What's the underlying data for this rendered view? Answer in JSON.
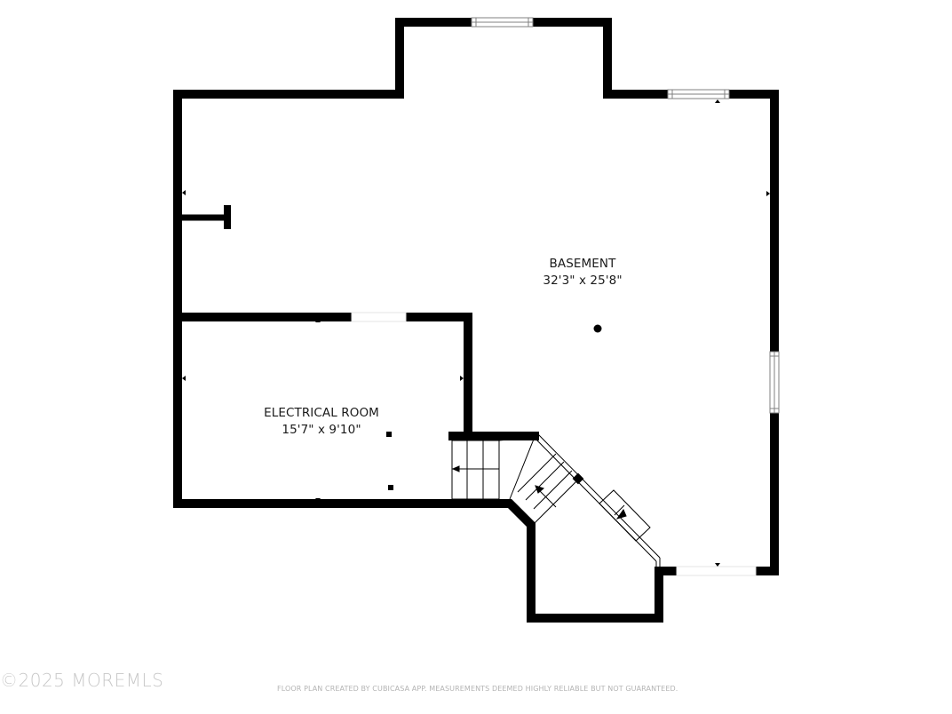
{
  "plan": {
    "type": "floor-plan",
    "level": "basement",
    "rooms": [
      {
        "name": "BASEMENT",
        "dimensions": "32'3\" x 25'8\""
      },
      {
        "name": "ELECTRICAL ROOM",
        "dimensions": "15'7\" x 9'10\""
      }
    ],
    "colors": {
      "wall": "#000000",
      "background": "#ffffff",
      "window_frame": "#808080"
    }
  },
  "watermark": "©2025 MOREMLS",
  "footer": "FLOOR PLAN CREATED BY CUBICASA APP. MEASUREMENTS DEEMED HIGHLY RELIABLE BUT NOT GUARANTEED."
}
